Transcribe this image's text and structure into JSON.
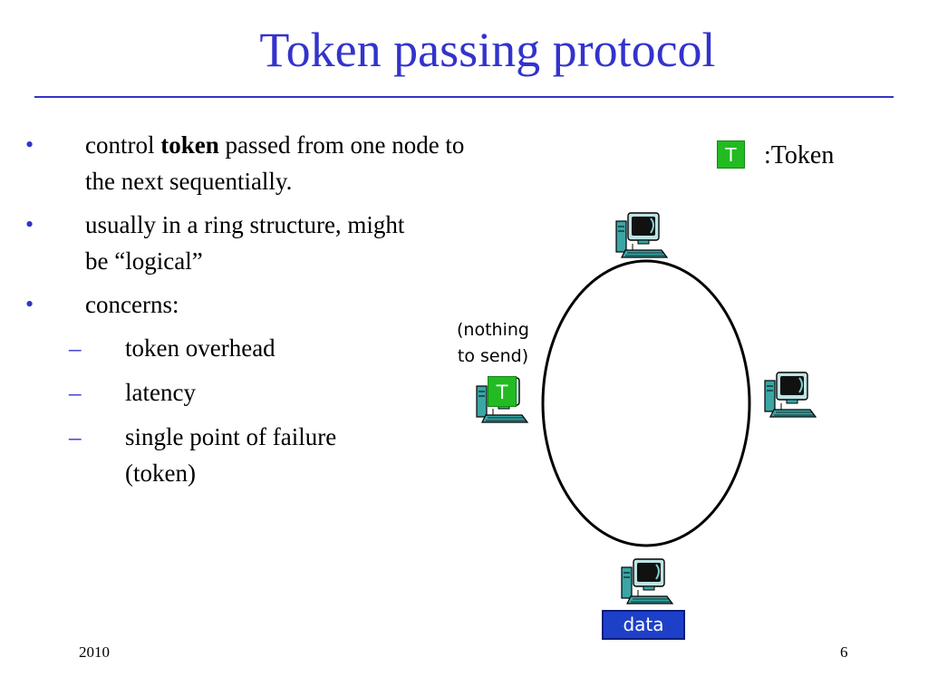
{
  "slide": {
    "title": "Token passing protocol",
    "bullets": [
      {
        "before": "control ",
        "bold": "token",
        "after": " passed from one node to the next sequentially."
      },
      {
        "text": "usually in a ring structure, might be “logical”"
      },
      {
        "text": "concerns:"
      }
    ],
    "sub_bullets": [
      "token overhead",
      "latency",
      "single point of failure (token)"
    ],
    "bullet_mark": "•",
    "dash_mark": "–",
    "footer_left": "2010",
    "footer_right": "6"
  },
  "diagram": {
    "legend_token_letter": "T",
    "legend_label": ":Token",
    "node_token_letter": "T",
    "nothing_line1": "(nothing",
    "nothing_line2": "to send)",
    "data_label": "data",
    "nodes": [
      "top",
      "left",
      "right",
      "bottom"
    ]
  },
  "colors": {
    "title": "#3333cc",
    "token": "#22bb22",
    "data_box": "#1e40c8"
  }
}
